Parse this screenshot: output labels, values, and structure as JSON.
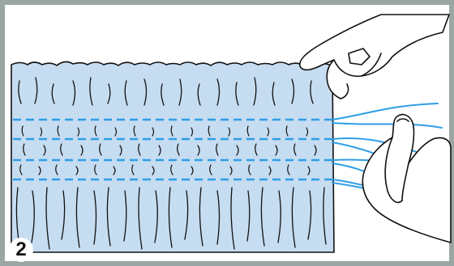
{
  "figure": {
    "step_number": "2",
    "colors": {
      "frame": "#9aa6a3",
      "fabric": "#c6dcf1",
      "thread": "#2e9ee6",
      "outline": "#111111"
    },
    "icons": [
      "fabric-panel",
      "gathering-stitch-rows",
      "left-hand",
      "right-hand",
      "pulled-threads"
    ]
  }
}
